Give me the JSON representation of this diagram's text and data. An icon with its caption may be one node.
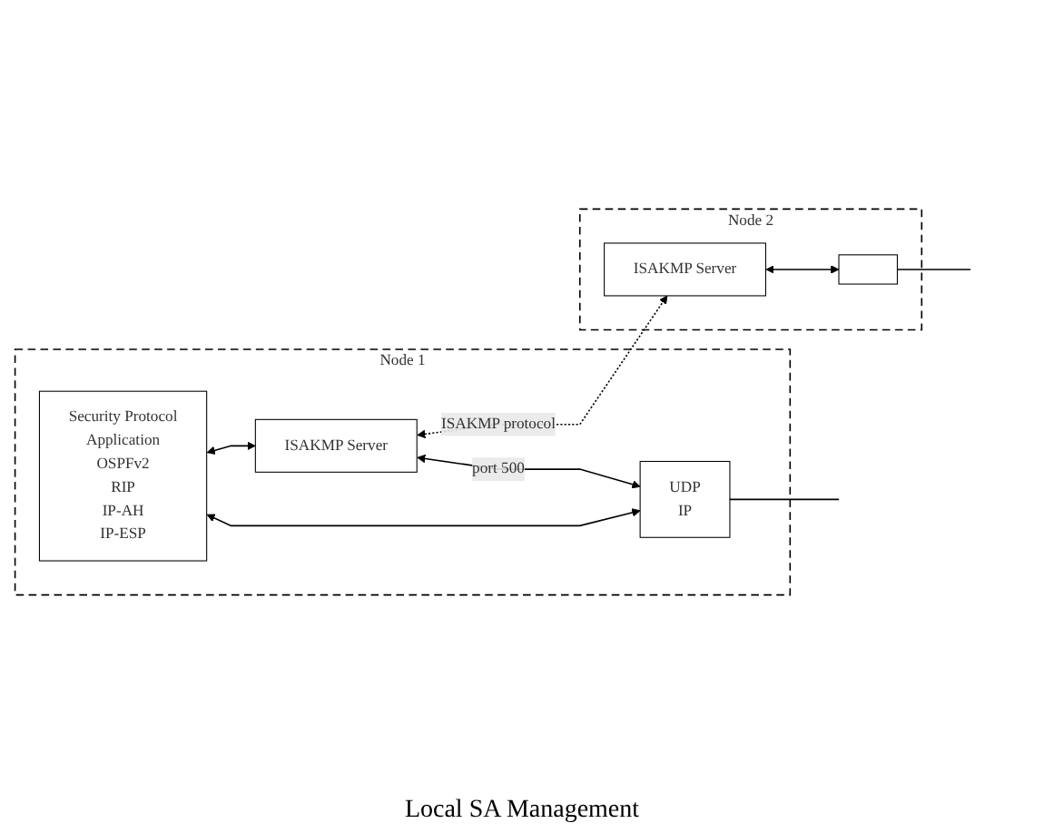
{
  "diagram": {
    "nodes": [
      {
        "text": [
          "Node 1"
        ]
      },
      {
        "text": [
          "Security Protocol",
          "Application",
          "OSPFv2",
          "RIP",
          "IP-AH",
          "IP-ESP"
        ],
        "in": 0
      },
      {
        "text": [
          "ISAKMP Server"
        ],
        "in": 0
      },
      {
        "text": [
          "UDP",
          "IP"
        ],
        "in": 0
      },
      {
        "text": [
          "Node 2"
        ]
      },
      {
        "text": [
          "ISAKMP Server"
        ],
        "in": 4
      },
      {
        "text": [],
        "shape": "box",
        "in": 4
      }
    ],
    "edges": [
      {
        "from": 1,
        "to": 2,
        "arrow": "both"
      },
      {
        "from": 2,
        "to": 3,
        "arrow": "both",
        "label": "port 500"
      },
      {
        "from": 1,
        "to": 3,
        "arrow": "both"
      },
      {
        "from": 2,
        "to": 5,
        "arrow": "both",
        "style": "dashed",
        "label": "ISAKMP protocol"
      },
      {
        "from": 5,
        "to": 6,
        "arrow": "both"
      },
      {
        "from": 3,
        "to": null,
        "arrow": "none"
      },
      {
        "from": 6,
        "to": null,
        "arrow": "none"
      }
    ],
    "labels": [
      "Local SA Management"
    ]
  }
}
